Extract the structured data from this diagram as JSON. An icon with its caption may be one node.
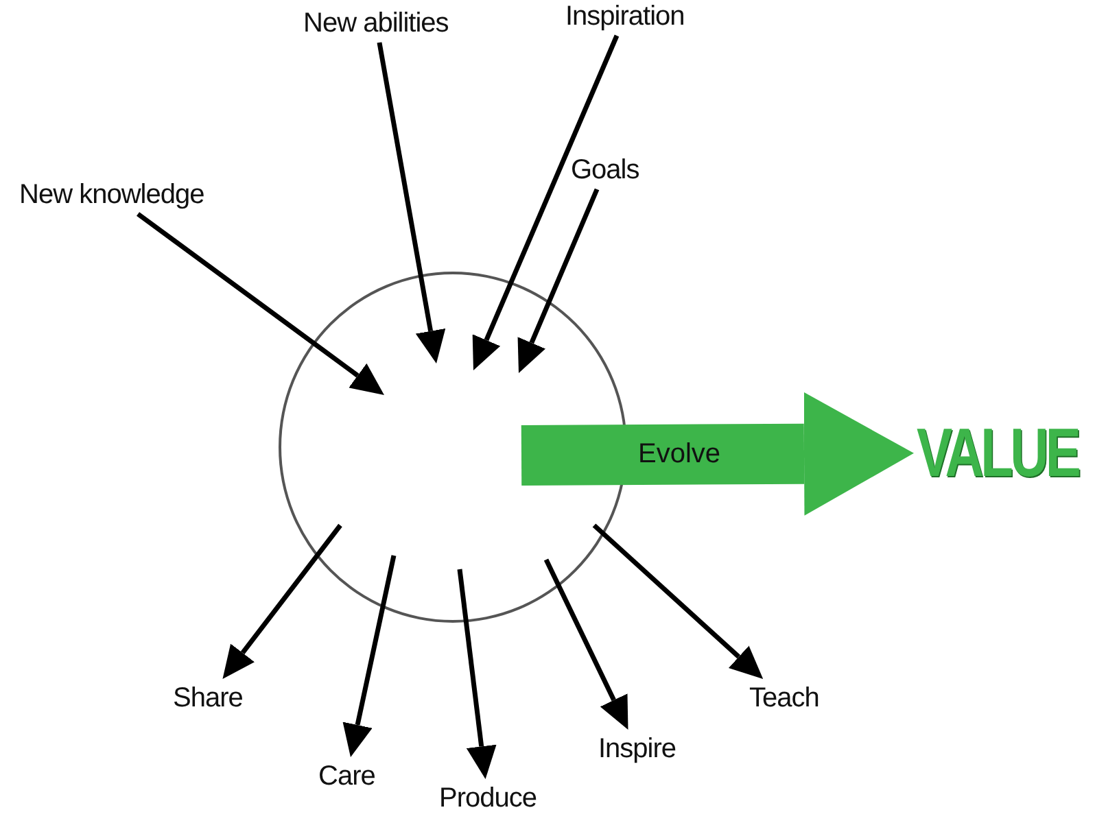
{
  "diagram": {
    "nodes": [
      {
        "text": [
          "New knowledge"
        ]
      },
      {
        "text": [
          "New abilities"
        ]
      },
      {
        "text": [
          "Inspiration"
        ]
      },
      {
        "text": [
          "Goals"
        ]
      },
      {
        "text": [],
        "shape": "circle"
      },
      {
        "text": [
          "VALUE"
        ]
      },
      {
        "text": [
          "Share"
        ]
      },
      {
        "text": [
          "Care"
        ]
      },
      {
        "text": [
          "Produce"
        ]
      },
      {
        "text": [
          "Inspire"
        ]
      },
      {
        "text": [
          "Teach"
        ]
      }
    ],
    "edges": [
      {
        "from": 0,
        "to": 4,
        "arrow": "to"
      },
      {
        "from": 1,
        "to": 4,
        "arrow": "to"
      },
      {
        "from": 2,
        "to": 4,
        "arrow": "to"
      },
      {
        "from": 3,
        "to": 4,
        "arrow": "to"
      },
      {
        "from": 4,
        "to": 5,
        "arrow": "to",
        "label": "Evolve",
        "style": "thick",
        "color": "#3db54a"
      },
      {
        "from": 4,
        "to": 6,
        "arrow": "to"
      },
      {
        "from": 4,
        "to": 7,
        "arrow": "to"
      },
      {
        "from": 4,
        "to": 8,
        "arrow": "to"
      },
      {
        "from": 4,
        "to": 9,
        "arrow": "to"
      },
      {
        "from": 4,
        "to": 10,
        "arrow": "to"
      }
    ]
  }
}
